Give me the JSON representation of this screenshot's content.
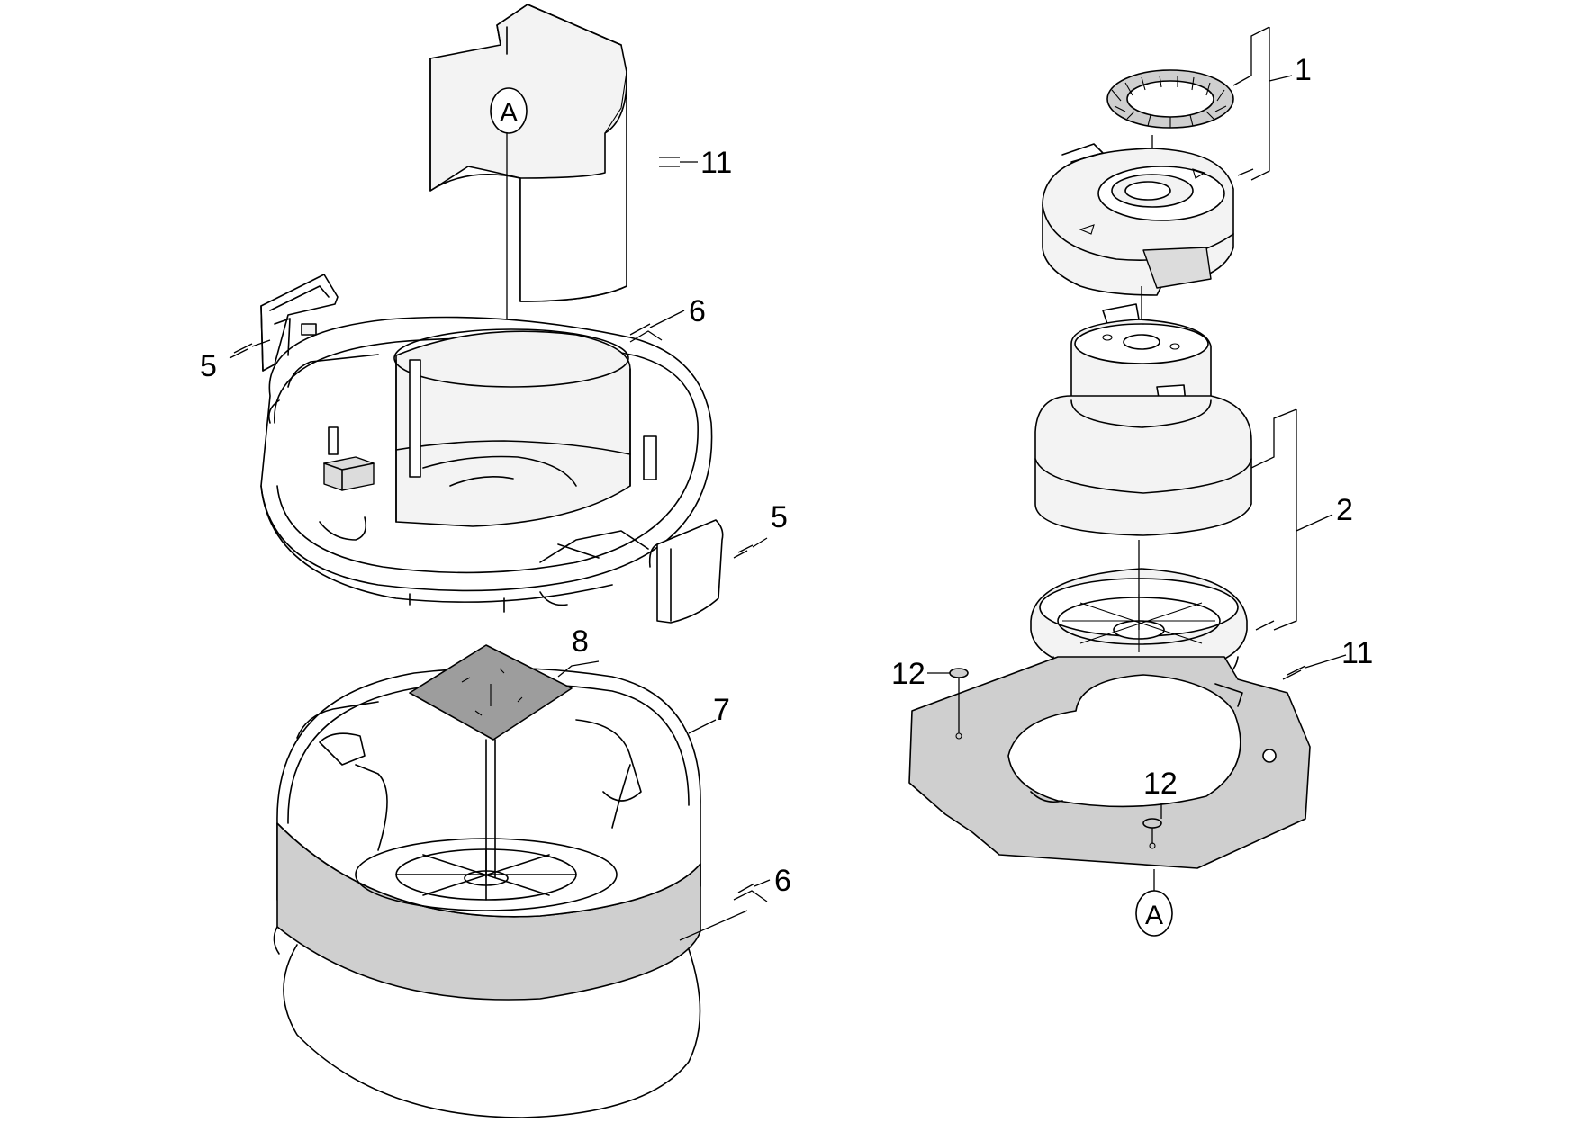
{
  "diagram": {
    "callouts": [
      {
        "id": "1",
        "label": "1"
      },
      {
        "id": "2",
        "label": "2"
      },
      {
        "id": "5a",
        "label": "5"
      },
      {
        "id": "5b",
        "label": "5"
      },
      {
        "id": "6a",
        "label": "6"
      },
      {
        "id": "6b",
        "label": "6"
      },
      {
        "id": "7",
        "label": "7"
      },
      {
        "id": "8",
        "label": "8"
      },
      {
        "id": "11a",
        "label": "11"
      },
      {
        "id": "11b",
        "label": "11"
      },
      {
        "id": "12a",
        "label": "12"
      },
      {
        "id": "12b",
        "label": "12"
      }
    ],
    "reference_markers": [
      {
        "id": "A-top",
        "label": "A"
      },
      {
        "id": "A-bottom",
        "label": "A"
      }
    ]
  }
}
